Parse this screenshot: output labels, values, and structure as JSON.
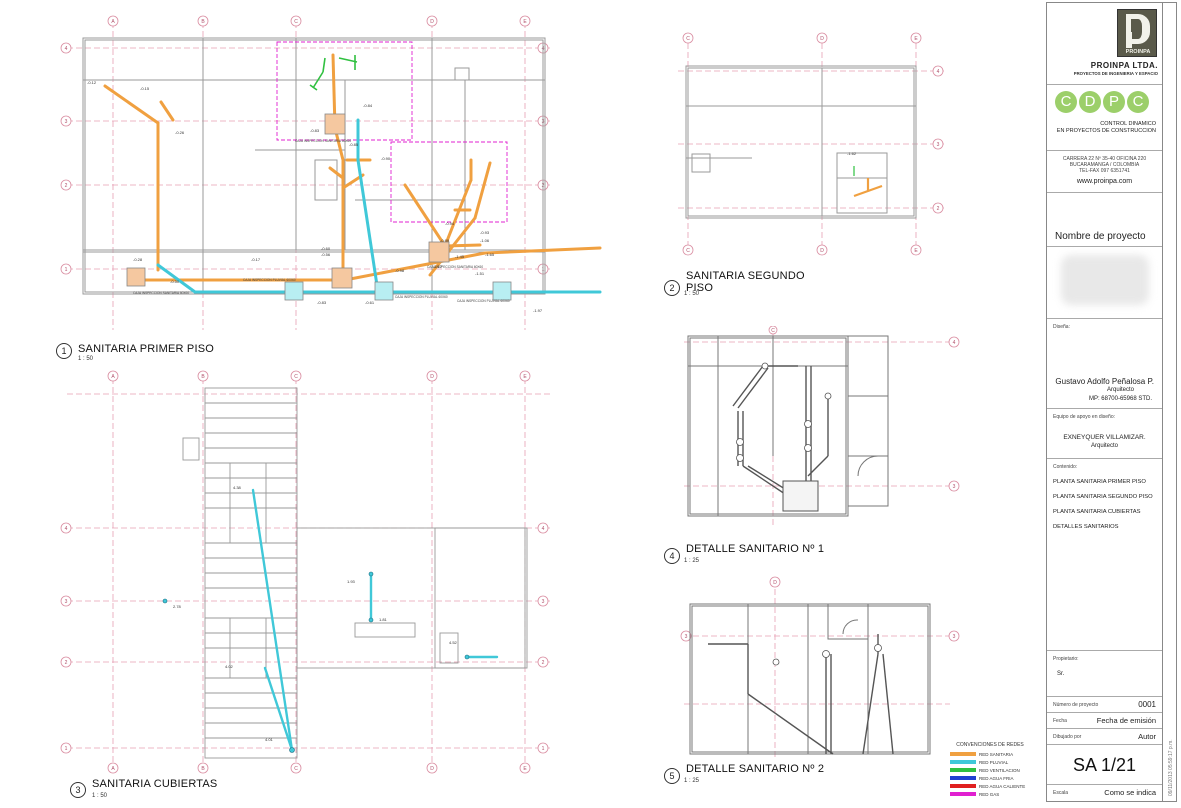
{
  "views": {
    "v1": {
      "num": "1",
      "title": "SANITARIA PRIMER PISO",
      "scale": "1 : 50"
    },
    "v2": {
      "num": "2",
      "title_line1": "SANITARIA SEGUNDO",
      "title_line2": "PISO",
      "scale": "1 : 50"
    },
    "v3": {
      "num": "3",
      "title": "SANITARIA CUBIERTAS",
      "scale": "1 : 50"
    },
    "v4": {
      "num": "4",
      "title": "DETALLE SANITARIO Nº 1",
      "scale": "1 : 25"
    },
    "v5": {
      "num": "5",
      "title": "DETALLE SANITARIO Nº 2",
      "scale": "1 : 25"
    }
  },
  "grid_labels": {
    "cols": [
      "A",
      "B",
      "C",
      "D",
      "E"
    ],
    "rows": [
      "4",
      "3",
      "2",
      "1"
    ]
  },
  "plan_annotations": {
    "p1": [
      "-0.12",
      "-0.15",
      "-0.26",
      "-0.28",
      "-0.50",
      "-0.83",
      "-0.84",
      "-0.85",
      "-0.90",
      "-0.17",
      "-0.60",
      "-0.56",
      "-0.98",
      "-0.99",
      "-1.06",
      "-1.45",
      "-1.51",
      "-1.65",
      "-1.17",
      "-0.83",
      "-0.61",
      "-1.97",
      "-0.94",
      "-0.93"
    ],
    "boxes_p1": [
      "CAJA INSPECCION SANITARIA 60X60",
      "CAJA INSPECCION SANITARIA 60X60",
      "CAJA INSPECCION SANITARIA 60X60",
      "CAJA INSPECCION PLUVIAL 60X60",
      "CAJA INSPECCION PLUVIAL 60X60",
      "CAJA INSPECCION PLUVIAL 60X60"
    ],
    "p2": [
      "-1.62"
    ],
    "p3": [
      "4.38",
      "2.78",
      "1.93",
      "1.81",
      "4.02",
      "4.01",
      "4.52"
    ]
  },
  "title_block": {
    "logo_text": "PROINPA",
    "company": "PROINPA LTDA.",
    "company_sub": "PROYECTOS DE INGENIERIA Y ESPACIO",
    "cdpc_letters": [
      "C",
      "D",
      "P",
      "C"
    ],
    "cdpc_line1": "CONTROL DINAMICO",
    "cdpc_line2": "EN PROYECTOS DE CONSTRUCCION",
    "address1": "CARRERA 22 Nº 35-40 OFICINA 220",
    "address2": "BUCARAMANGA / COLOMBIA",
    "address3": "TEL-FAX 097 6351741",
    "web": "www.proinpa.com",
    "project_name": "Nombre de proyecto",
    "design_label": "Diseña:",
    "designer": "Gustavo Adolfo Peñalosa P.",
    "designer_role": "Arquitecto",
    "designer_mp": "MP: 68700-65968 STD.",
    "support_label": "Equipo de apoyo en diseño:",
    "support_name": "EXNEYQUER VILLAMIZAR.",
    "support_role": "Arquitecto",
    "content_label": "Contenido:",
    "content": [
      "PLANTA SANITARIA PRIMER PISO",
      "PLANTA SANITARIA SEGUNDO PISO",
      "PLANTA SANITARIA CUBIERTAS",
      "DETALLES SANITARIOS"
    ],
    "owner_label": "Propietario:",
    "owner": "Sr.",
    "project_num_label": "Número de proyecto",
    "project_num": "0001",
    "date_label": "Fecha",
    "date_value": "Fecha de emisión",
    "drawn_label": "Dibujado por",
    "drawn_value": "Autor",
    "sheet": "SA 1/21",
    "scale_label": "Escala",
    "scale_value": "Como se indica",
    "timestamp": "09/11/2013 05:59:17 p.m."
  },
  "legend": {
    "title": "CONVENCIONES DE REDES",
    "items": [
      {
        "label": "RED SANITARIA",
        "color": "#f0a040"
      },
      {
        "label": "RED PLUVIAL",
        "color": "#40c8d8"
      },
      {
        "label": "RED VENTILACION",
        "color": "#30c040"
      },
      {
        "label": "RED AGUA FRIA",
        "color": "#2040d0"
      },
      {
        "label": "RED AGUA CALIENTE",
        "color": "#e02020"
      },
      {
        "label": "RED GAS",
        "color": "#e020d0"
      }
    ]
  },
  "colors": {
    "sanitaria": "#f0a040",
    "pluvial": "#40c8d8",
    "ventilacion": "#30c040",
    "gas": "#e020d0",
    "grid": "#e6a0b4",
    "wall": "#9a9a9a"
  }
}
